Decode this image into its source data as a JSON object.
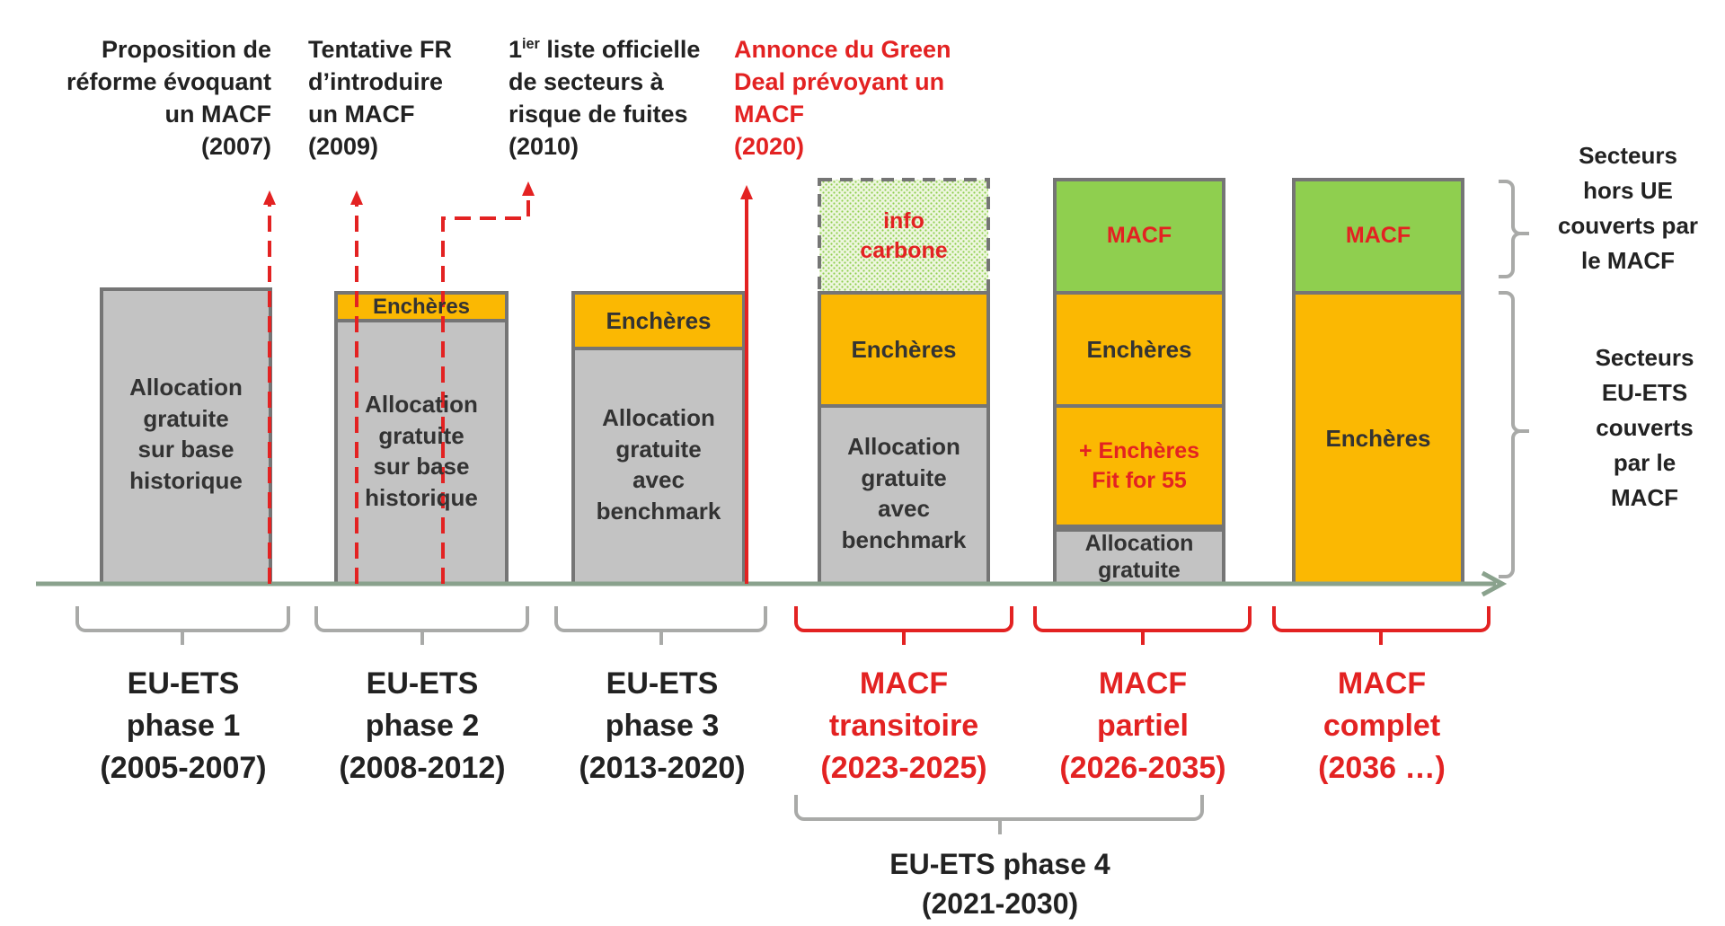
{
  "colors": {
    "grey_fill": "#c3c3c3",
    "border": "#757575",
    "orange": "#fbb802",
    "green": "#8fcf4f",
    "red": "#e32222",
    "axis": "#8aa28d",
    "bracket": "#a9aaa8"
  },
  "notes": {
    "note_2007": [
      "Proposition de",
      "réforme évoquant",
      "un MACF",
      "(2007)"
    ],
    "note_2009": [
      "Tentative FR",
      "d’introduire",
      "un MACF",
      "(2009)"
    ],
    "note_2010": {
      "first_base": "1",
      "first_sup": "ier",
      "first_rest": " liste officielle",
      "lines": [
        "de secteurs à",
        "risque de fuites",
        "(2010)"
      ]
    },
    "note_2020": [
      "Annonce du Green",
      "Deal prévoyant un",
      "MACF",
      "(2020)"
    ]
  },
  "bars": {
    "phase1": {
      "allocation": [
        "Allocation",
        "gratuite",
        "sur base",
        "historique"
      ]
    },
    "phase2": {
      "auctions": "Enchères",
      "allocation": [
        "Allocation",
        "gratuite",
        "sur base",
        "historique"
      ]
    },
    "phase3": {
      "auctions": "Enchères",
      "allocation": [
        "Allocation",
        "gratuite",
        "avec",
        "benchmark"
      ]
    },
    "transitional": {
      "info": [
        "info",
        "carbone"
      ],
      "auctions": "Enchères",
      "allocation": [
        "Allocation",
        "gratuite",
        "avec",
        "benchmark"
      ]
    },
    "partial": {
      "macf": "MACF",
      "auctions": "Enchères",
      "fit55": [
        "+ Enchères",
        "Fit for 55"
      ],
      "allocation": [
        "Allocation",
        "gratuite"
      ]
    },
    "complete": {
      "macf": "MACF",
      "auctions": "Enchères"
    }
  },
  "side_labels": {
    "outside_eu": [
      "Secteurs",
      "hors UE",
      "couverts par",
      "le MACF"
    ],
    "eu_ets": [
      "Secteurs",
      "EU-ETS",
      "couverts",
      "par le",
      "MACF"
    ]
  },
  "phases": {
    "p1": [
      "EU-ETS",
      "phase 1",
      "(2005-2007)"
    ],
    "p2": [
      "EU-ETS",
      "phase 2",
      "(2008-2012)"
    ],
    "p3": [
      "EU-ETS",
      "phase 3",
      "(2013-2020)"
    ],
    "transitional": [
      "MACF",
      "transitoire",
      "(2023-2025)"
    ],
    "partial": [
      "MACF",
      "partiel",
      "(2026-2035)"
    ],
    "complete": [
      "MACF",
      "complet",
      "(2036 …)"
    ],
    "phase4": [
      "EU-ETS phase 4",
      "(2021-2030)"
    ]
  }
}
